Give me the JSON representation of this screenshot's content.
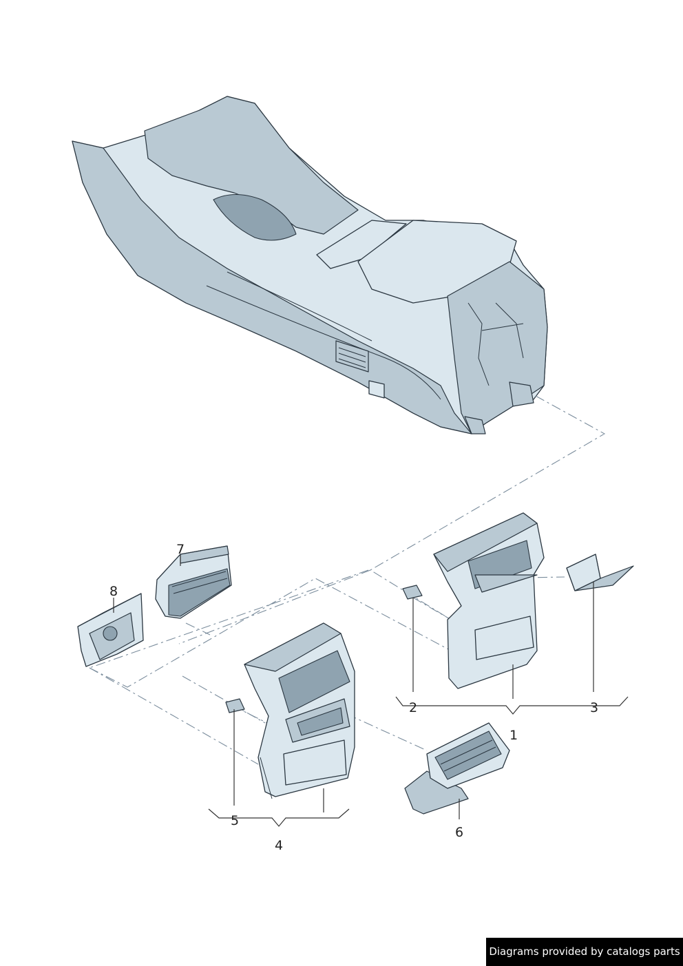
{
  "callouts": {
    "c1": "1",
    "c2": "2",
    "c3": "3",
    "c4": "4",
    "c5": "5",
    "c6": "6",
    "c7": "7",
    "c8": "8"
  },
  "footer": {
    "text": "Diagrams provided by catalogs parts"
  },
  "colors": {
    "part_fill": "#dbe7ee",
    "part_shade": "#b9c9d3",
    "outline": "#2a3640",
    "dash_line": "#7a8c9c"
  }
}
